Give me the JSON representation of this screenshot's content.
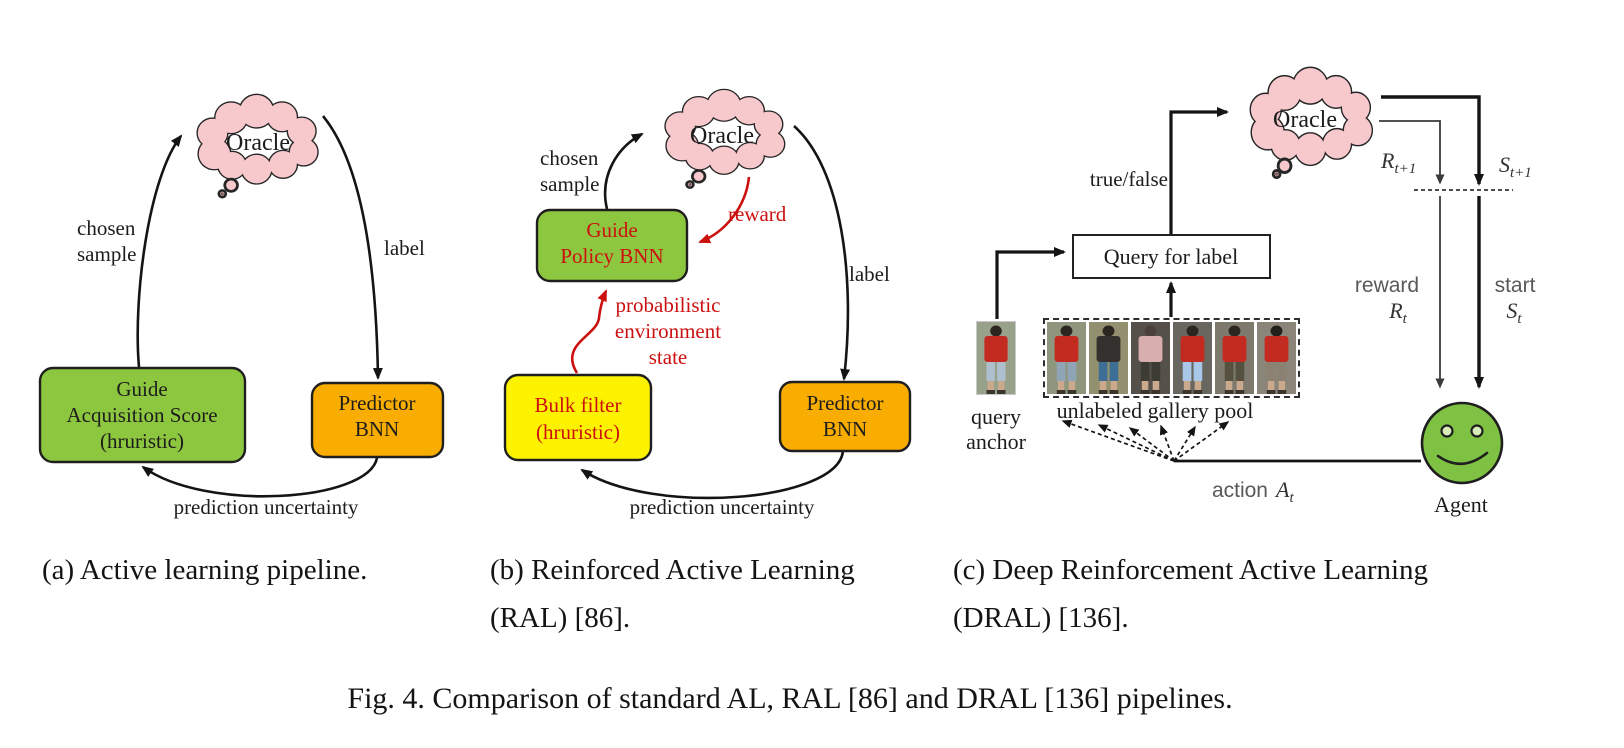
{
  "colors": {
    "cloud-pink": "#f7c8cc",
    "box-green": "#8dc63f",
    "box-orange": "#f8ad00",
    "box-yellow": "#fdf300",
    "accent-red": "#cc1010",
    "agent-green": "#7ec143",
    "ink": "#1c1c1c",
    "gray-label": "#595959"
  },
  "panel_a": {
    "oracle_label": "Oracle",
    "chosen_sample": [
      "chosen",
      "sample"
    ],
    "label_text": "label",
    "guide_box_lines": [
      "Guide",
      "Acquisition Score",
      "(hruristic)"
    ],
    "predictor_box_lines": [
      "Predictor",
      "BNN"
    ],
    "prediction_uncertainty": "prediction uncertainty"
  },
  "panel_b": {
    "oracle_label": "Oracle",
    "chosen_sample": [
      "chosen",
      "sample"
    ],
    "reward_label": "reward",
    "guide_box_lines": [
      "Guide",
      "Policy BNN"
    ],
    "prob_env_state": [
      "probabilistic",
      "environment",
      "state"
    ],
    "bulk_box_lines": [
      "Bulk filter",
      "(hruristic)"
    ],
    "predictor_box_lines": [
      "Predictor",
      "BNN"
    ],
    "label_text": "label",
    "prediction_uncertainty": "prediction uncertainty"
  },
  "panel_c": {
    "true_false_label": "true/false",
    "oracle_label": "Oracle",
    "query_box_label": "Query for label",
    "reward_next": {
      "base": "R",
      "sub": "t+1"
    },
    "state_next": {
      "base": "S",
      "sub": "t+1"
    },
    "reward_word": "reward",
    "reward_t": {
      "base": "R",
      "sub": "t"
    },
    "start_word": "start",
    "state_t": {
      "base": "S",
      "sub": "t"
    },
    "query_anchor_caption": [
      "query",
      "anchor"
    ],
    "gallery_caption": "unlabeled gallery pool",
    "action_word": "action",
    "action_t": {
      "base": "A",
      "sub": "t"
    },
    "agent_label": "Agent",
    "photos": {
      "anchor": {
        "bg": "#98a189",
        "hair": "#2c2620",
        "shirt": "#c32b21",
        "pants": "#aebfcd",
        "skin": "#caa98c"
      },
      "gallery": [
        {
          "bg": "#8e977e",
          "hair": "#2c2620",
          "shirt": "#c32b21",
          "pants": "#8fa5b5",
          "skin": "#caa98c"
        },
        {
          "bg": "#93906f",
          "hair": "#2c2620",
          "shirt": "#33302d",
          "pants": "#3d6e95",
          "skin": "#caa98c"
        },
        {
          "bg": "#55514a",
          "hair": "#4a4039",
          "shirt": "#d9aeae",
          "pants": "#3c3c34",
          "skin": "#caa98c"
        },
        {
          "bg": "#68675f",
          "hair": "#2c2620",
          "shirt": "#c32b21",
          "pants": "#a9c7e9",
          "skin": "#caa98c"
        },
        {
          "bg": "#7d7a6d",
          "hair": "#2c2620",
          "shirt": "#c32b21",
          "pants": "#55503f",
          "skin": "#caa98c"
        },
        {
          "bg": "#8a8578",
          "hair": "#23201c",
          "shirt": "#c32b21",
          "pants": "#8b8274",
          "skin": "#caa98c"
        }
      ]
    }
  },
  "captions": {
    "a": [
      "(a) Active learning pipeline."
    ],
    "b": [
      "(b) Reinforced Active Learning",
      "(RAL) [86]."
    ],
    "c": [
      "(c) Deep Reinforcement Active Learning",
      "(DRAL) [136]."
    ],
    "figure": "Fig. 4.  Comparison of standard AL, RAL [86] and DRAL [136] pipelines."
  }
}
